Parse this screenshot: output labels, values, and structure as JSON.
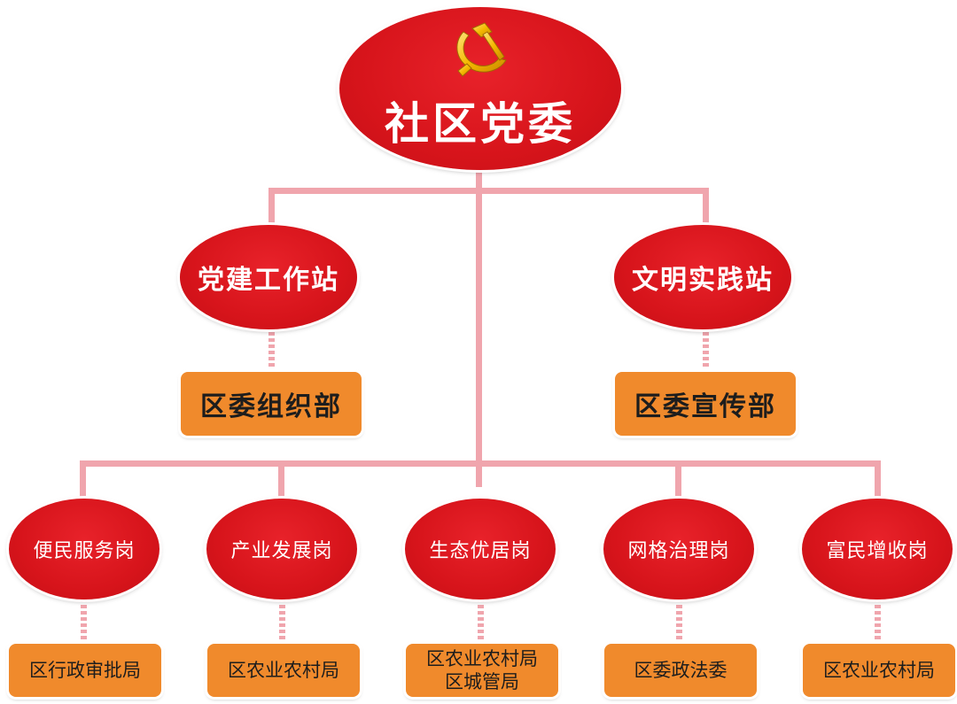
{
  "root": {
    "title": "社区党委",
    "emblem_icon": "hammer-sickle-icon",
    "emblem_color": "#f5b800"
  },
  "stations": [
    {
      "label": "党建工作站",
      "dept": [
        "区委组织部"
      ]
    },
    {
      "label": "文明实践站",
      "dept": [
        "区委宣传部"
      ]
    }
  ],
  "posts": [
    {
      "label": "便民服务岗",
      "dept": [
        "区行政审批局"
      ]
    },
    {
      "label": "产业发展岗",
      "dept": [
        "区农业农村局"
      ]
    },
    {
      "label": "生态优居岗",
      "dept": [
        "区农业农村局",
        "区城管局"
      ]
    },
    {
      "label": "网格治理岗",
      "dept": [
        "区委政法委"
      ]
    },
    {
      "label": "富民增收岗",
      "dept": [
        "区农业农村局"
      ]
    }
  ],
  "colors": {
    "oval_red": "#d7141b",
    "box_orange": "#f08a2c",
    "connector_pink": "#f0a5ad"
  }
}
